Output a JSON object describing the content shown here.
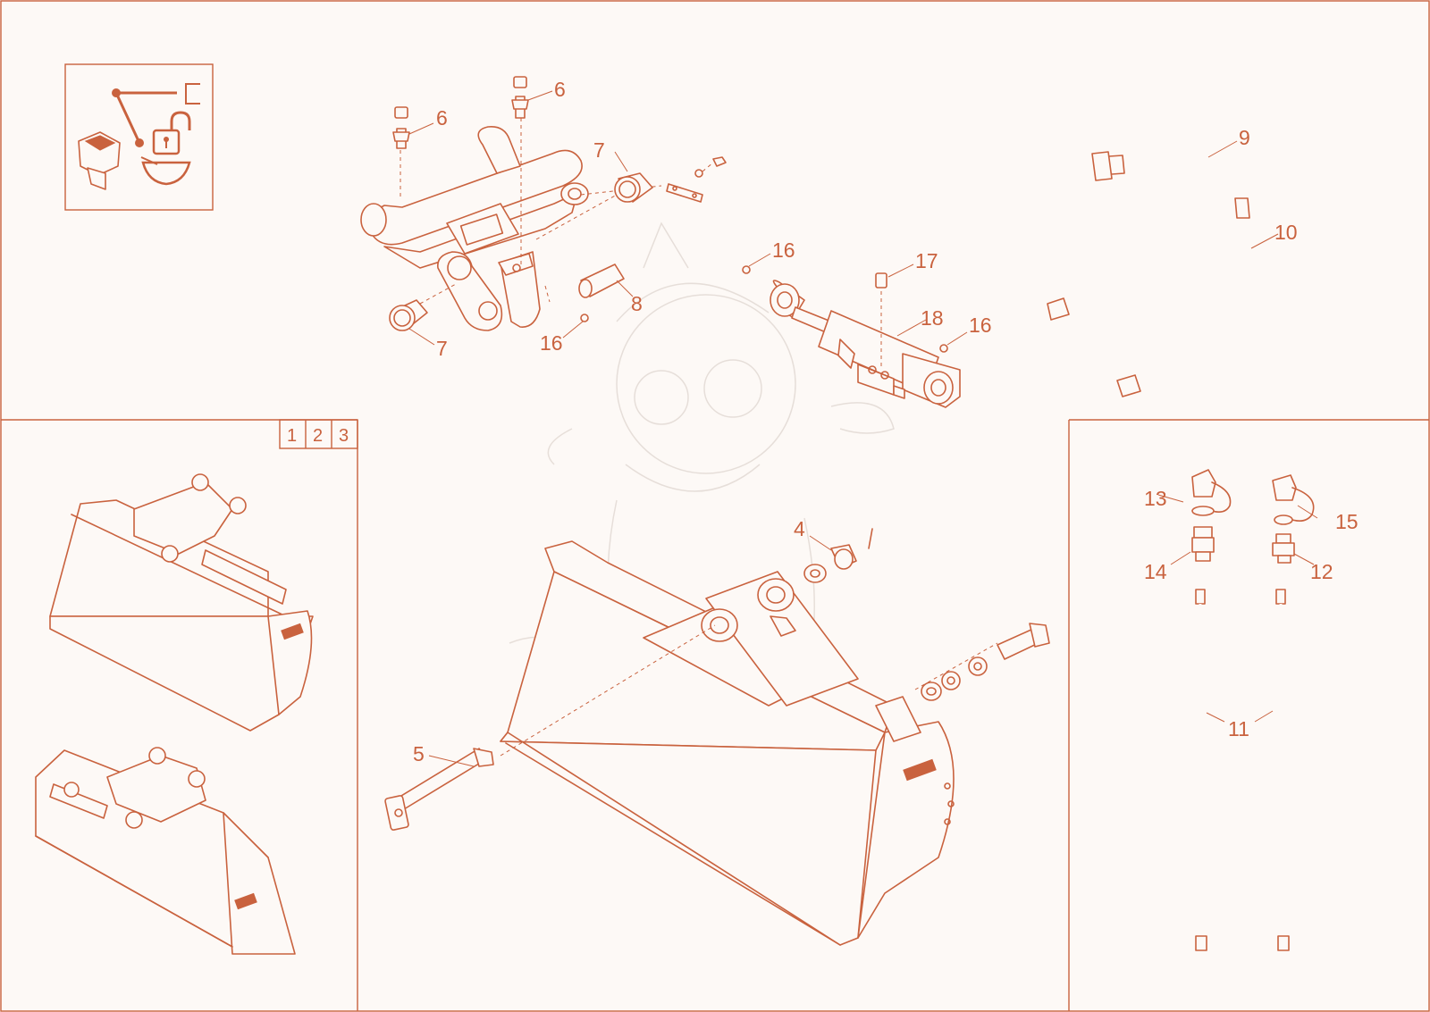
{
  "colors": {
    "line": "#c9623e",
    "background": "#fdf9f6"
  },
  "icon_box": {
    "icons": [
      "tilt-lever-icon",
      "rocker-switch-icon",
      "padlock-unlock-icon",
      "bucket-icon"
    ]
  },
  "variant_tabs": [
    "1",
    "2",
    "3"
  ],
  "callouts": {
    "c4": "4",
    "c5": "5",
    "c6a": "6",
    "c6b": "6",
    "c7a": "7",
    "c7b": "7",
    "c8": "8",
    "c9": "9",
    "c10": "10",
    "c11": "11",
    "c12": "12",
    "c13": "13",
    "c14": "14",
    "c15": "15",
    "c16a": "16",
    "c16b": "16",
    "c16c": "16",
    "c17": "17",
    "c18": "18"
  }
}
